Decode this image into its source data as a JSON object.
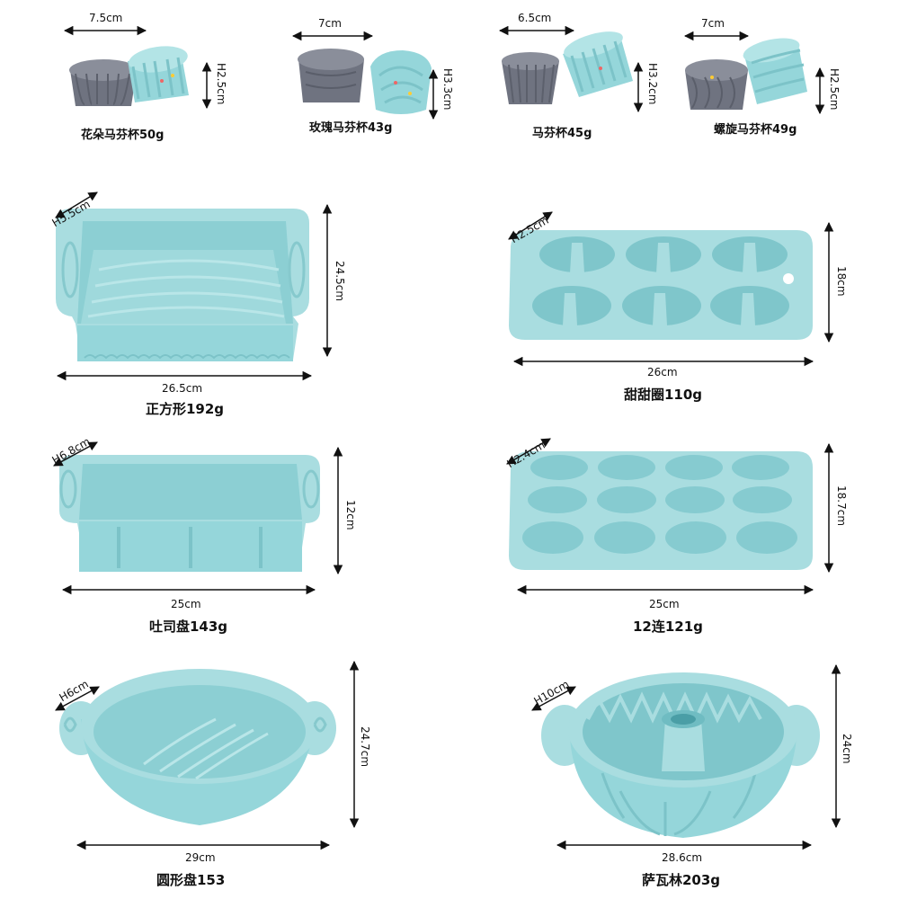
{
  "products": [
    {
      "name": "花朵马芬杯50g",
      "width": "7.5cm",
      "height": "H2.5cm"
    },
    {
      "name": "玫瑰马芬杯43g",
      "width": "7cm",
      "height": "H3.3cm"
    },
    {
      "name": "马芬杯45g",
      "width": "6.5cm",
      "height": "H3.2cm"
    },
    {
      "name": "螺旋马芬杯49g",
      "width": "7cm",
      "height": "H2.5cm"
    },
    {
      "name": "正方形192g",
      "width": "26.5cm",
      "depth": "24.5cm",
      "height": "H5.5cm"
    },
    {
      "name": "甜甜圈110g",
      "width": "26cm",
      "depth": "18cm",
      "height": "H2.5cm"
    },
    {
      "name": "吐司盘143g",
      "width": "25cm",
      "depth": "12cm",
      "height": "H6.8cm"
    },
    {
      "name": "12连121g",
      "width": "25cm",
      "depth": "18.7cm",
      "height": "H2.4cm"
    },
    {
      "name": "圆形盘153",
      "width": "29cm",
      "depth": "24.7cm",
      "height": "H6cm"
    },
    {
      "name": "萨瓦林203g",
      "width": "28.6cm",
      "depth": "24cm",
      "height": "H10cm"
    }
  ],
  "colors": {
    "mold_light": "#a9dde0",
    "mold_mid": "#8ccfd3",
    "mold_dark": "#6fbcc2",
    "cup_grey": "#7c7f8c",
    "text": "#111111"
  }
}
